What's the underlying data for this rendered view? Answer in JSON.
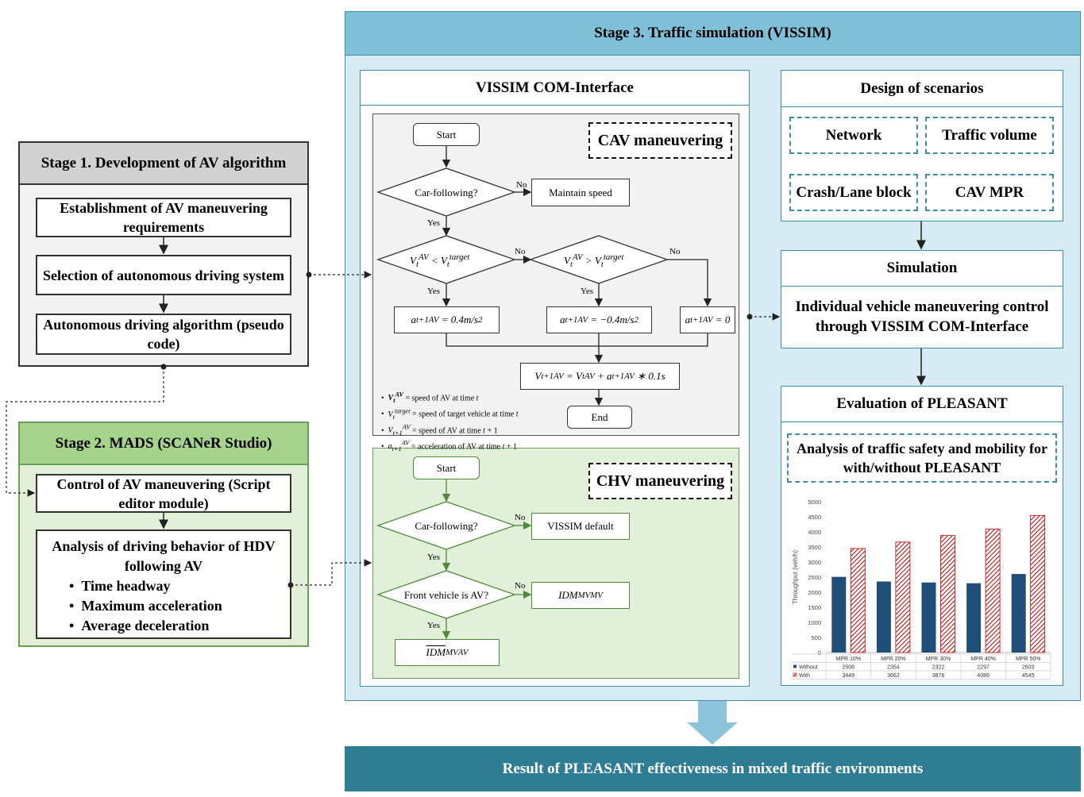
{
  "stage1": {
    "title": "Stage 1. Development of AV algorithm",
    "box1": "Establishment of AV maneuvering requirements",
    "box2": "Selection of autonomous driving system",
    "box3": "Autonomous driving algorithm (pseudo code)"
  },
  "stage2": {
    "title": "Stage 2. MADS (SCANeR Studio)",
    "box1": "Control of AV maneuvering (Script editor module)",
    "box2_title": "Analysis of driving behavior of HDV following AV",
    "bullets": [
      "Time headway",
      "Maximum acceleration",
      "Average deceleration"
    ]
  },
  "stage3": {
    "title": "Stage 3. Traffic simulation (VISSIM)",
    "com_title": "VISSIM COM-Interface",
    "cav": {
      "label": "CAV maneuvering",
      "start": "Start",
      "car_following": "Car-following?",
      "maintain": "Maintain speed",
      "cond1": "V_t^AV < V_t^target",
      "cond2": "V_t^AV > V_t^target",
      "acc_pos": "a_{t+1}^AV = 0.4m/s²",
      "acc_neg": "a_{t+1}^AV = −0.4m/s²",
      "acc_zero": "a_{t+1}^AV = 0",
      "update": "V_{t+1}^AV = V_t^AV + a_{t+1}^AV * 0.1s",
      "end": "End",
      "yes": "Yes",
      "no": "No",
      "legend": [
        "V_t^AV = speed of AV at time t",
        "V_t^target = speed of target vehicle at time t",
        "V_{t+1}^AV = speed of AV at time t + 1",
        "a_{t+1}^AV = acceleration of AV at time t + 1"
      ]
    },
    "chv": {
      "label": "CHV maneuvering",
      "start": "Start",
      "car_following": "Car-following?",
      "default": "VISSIM default",
      "front_av": "Front vehicle is AV?",
      "idm_mv": "IDM_MV^MV",
      "idm_av": "IDM_MV^AV",
      "yes": "Yes",
      "no": "No"
    },
    "scenarios": {
      "title": "Design of scenarios",
      "items": [
        "Network",
        "Traffic volume",
        "Crash/Lane block",
        "CAV MPR"
      ]
    },
    "simulation": {
      "title": "Simulation",
      "text": "Individual vehicle maneuvering control through VISSIM COM-Interface"
    },
    "evaluation": {
      "title": "Evaluation of PLEASANT",
      "analysis": "Analysis of traffic safety and mobility for with/without PLEASANT"
    }
  },
  "result": "Result of PLEASANT effectiveness in mixed traffic environments",
  "colors": {
    "stage3_bg": "#d6ebf3",
    "stage3_header": "#7fc0d7",
    "stage1_header": "#d1d1d1",
    "stage2_header": "#a6d38c",
    "stage2_bg": "#e2f0d9",
    "result_bg": "#2e7d95",
    "arrow": "#8cc4dc",
    "bar_without": "#1f4e79",
    "bar_with": "#c00000"
  },
  "chart_data": {
    "type": "bar",
    "ylabel": "Throughput (veh/h)",
    "ylim": [
      0,
      5000
    ],
    "yticks": [
      0,
      500,
      1000,
      1500,
      2000,
      2500,
      3000,
      3500,
      4000,
      4500,
      5000
    ],
    "categories": [
      "MPR 10%",
      "MPR 20%",
      "MPR 30%",
      "MPR 40%",
      "MPR 50%"
    ],
    "series": [
      {
        "name": "Without",
        "values": [
          2508,
          2354,
          2322,
          2297,
          2603
        ]
      },
      {
        "name": "With",
        "values": [
          3449,
          3662,
          3878,
          4089,
          4545
        ]
      }
    ],
    "table": true
  }
}
